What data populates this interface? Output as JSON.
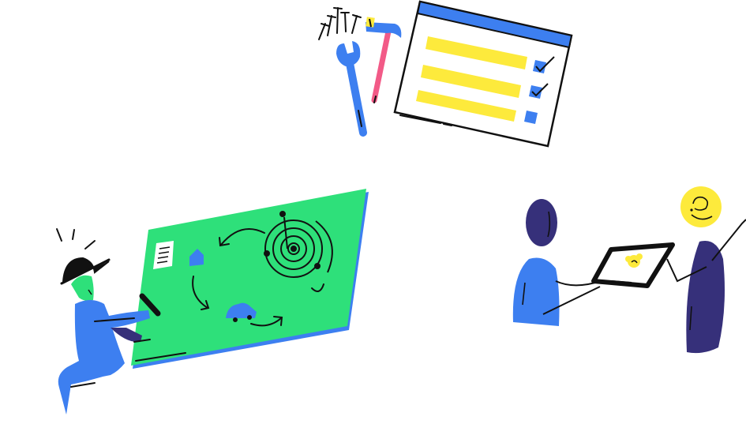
{
  "colors": {
    "blue": "#3d7ff0",
    "navy": "#36307a",
    "green": "#2ee07a",
    "yellow": "#fdea3c",
    "pink": "#f25a87",
    "black": "#111111",
    "white": "#ffffff"
  },
  "illustrations": [
    {
      "name": "tools-and-checklist",
      "icons": [
        "wrench-icon",
        "hammer-icon",
        "nails-icon",
        "checklist-window-icon"
      ]
    },
    {
      "name": "person-drawing-on-board",
      "icons": [
        "hard-hat-icon",
        "marker-icon",
        "target-icon",
        "house-icon",
        "car-icon",
        "note-icon"
      ]
    },
    {
      "name": "two-people-with-tablet",
      "icons": [
        "tablet-icon",
        "flower-icon"
      ]
    }
  ],
  "checklist": {
    "rows": [
      {
        "checked": true
      },
      {
        "checked": true
      },
      {
        "checked": false
      }
    ]
  }
}
